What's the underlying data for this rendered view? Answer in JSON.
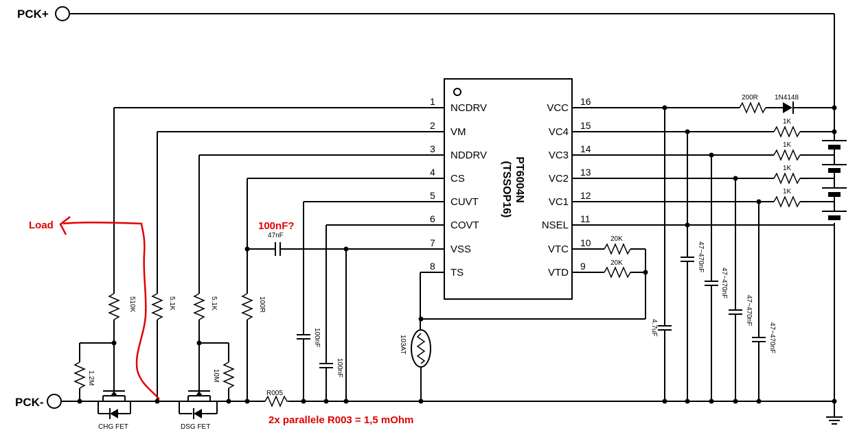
{
  "terminals": {
    "pck_plus": "PCK+",
    "pck_minus": "PCK-"
  },
  "ic": {
    "part": "PT6004N",
    "package": "(TSSOP16)",
    "left_pins": [
      {
        "num": "1",
        "name": "NCDRV"
      },
      {
        "num": "2",
        "name": "VM"
      },
      {
        "num": "3",
        "name": "NDDRV"
      },
      {
        "num": "4",
        "name": "CS"
      },
      {
        "num": "5",
        "name": "CUVT"
      },
      {
        "num": "6",
        "name": "COVT"
      },
      {
        "num": "7",
        "name": "VSS"
      },
      {
        "num": "8",
        "name": "TS"
      }
    ],
    "right_pins": [
      {
        "num": "16",
        "name": "VCC"
      },
      {
        "num": "15",
        "name": "VC4"
      },
      {
        "num": "14",
        "name": "VC3"
      },
      {
        "num": "13",
        "name": "VC2"
      },
      {
        "num": "12",
        "name": "VC1"
      },
      {
        "num": "11",
        "name": "NSEL"
      },
      {
        "num": "10",
        "name": "VTC"
      },
      {
        "num": "9",
        "name": "VTD"
      }
    ]
  },
  "components": {
    "r_200r": "200R",
    "diode": "1N4148",
    "r_1k": "1K",
    "r_20k": "20K",
    "cap_4u7": "4.7uF",
    "cap_cell": "47~470nF",
    "r_510k": "510K",
    "r_5k1": "5.1K",
    "r_100r": "100R",
    "r_1m2": "1.2M",
    "r_10m": "10M",
    "cap_100nf": "100nF",
    "cap_47nf": "47nF",
    "thermistor": "103AT",
    "sense_res": "R005",
    "chg_fet": "CHG FET",
    "dsg_fet": "DSG FET"
  },
  "annotations": {
    "load": "Load",
    "cap_question": "100nF?",
    "sense_note": "2x parallele R003 = 1,5 mOhm"
  },
  "colors": {
    "annotation": "#e00000",
    "wire": "#000000"
  }
}
